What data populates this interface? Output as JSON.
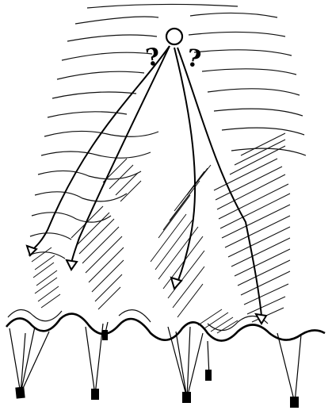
{
  "labels": {
    "left_question": "?",
    "right_question": "?"
  },
  "icons": {
    "start": "hollow-circle",
    "arrowheads": "hollow-triangle-arrowhead",
    "terminals": "filled-square-marker"
  },
  "colors": {
    "ink": "#000000",
    "paper": "#ffffff"
  }
}
